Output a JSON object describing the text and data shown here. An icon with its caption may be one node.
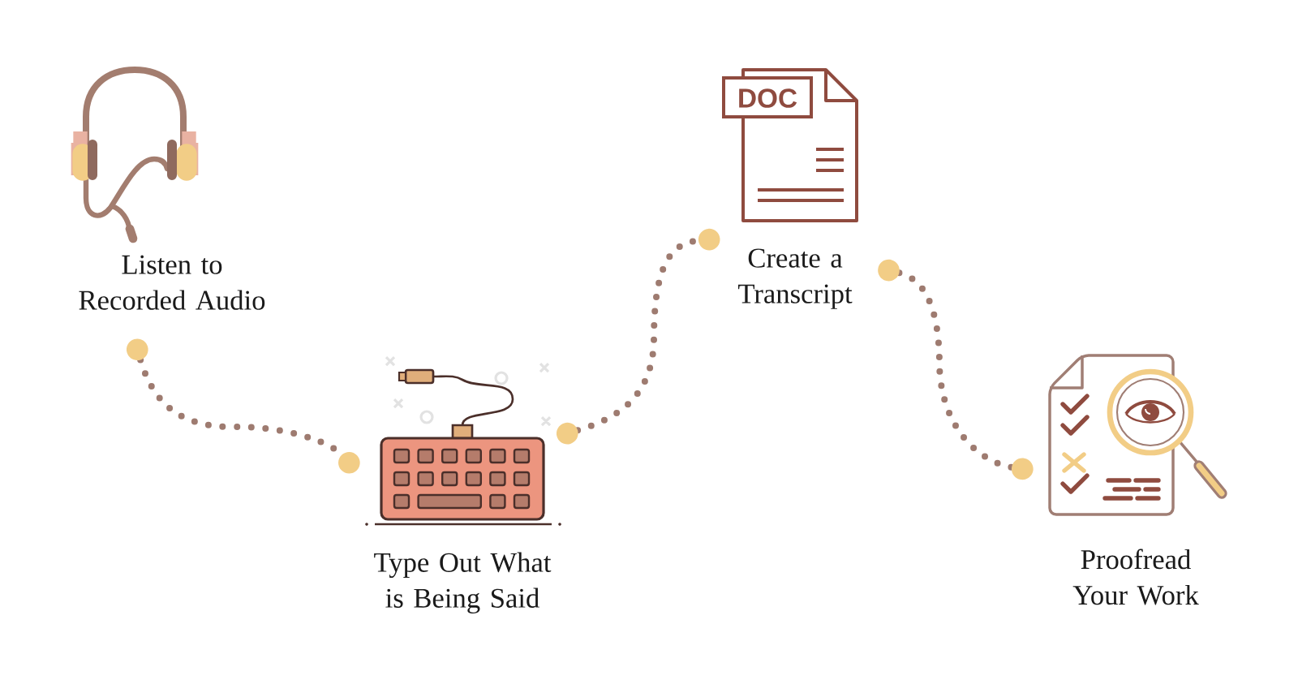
{
  "diagram": {
    "nodes": [
      {
        "text": [
          "Listen to Recorded Audio"
        ]
      },
      {
        "text": [
          "Type Out What is Being Said"
        ]
      },
      {
        "text": [
          "Create a Transcript"
        ]
      },
      {
        "text": [
          "Proofread Your Work"
        ]
      }
    ],
    "edges": [
      {
        "from": 0,
        "to": 1,
        "arrow": "other"
      },
      {
        "from": 1,
        "to": 2,
        "arrow": "other"
      },
      {
        "from": 2,
        "to": 3,
        "arrow": "other"
      }
    ],
    "labels": [
      "DOC"
    ]
  }
}
